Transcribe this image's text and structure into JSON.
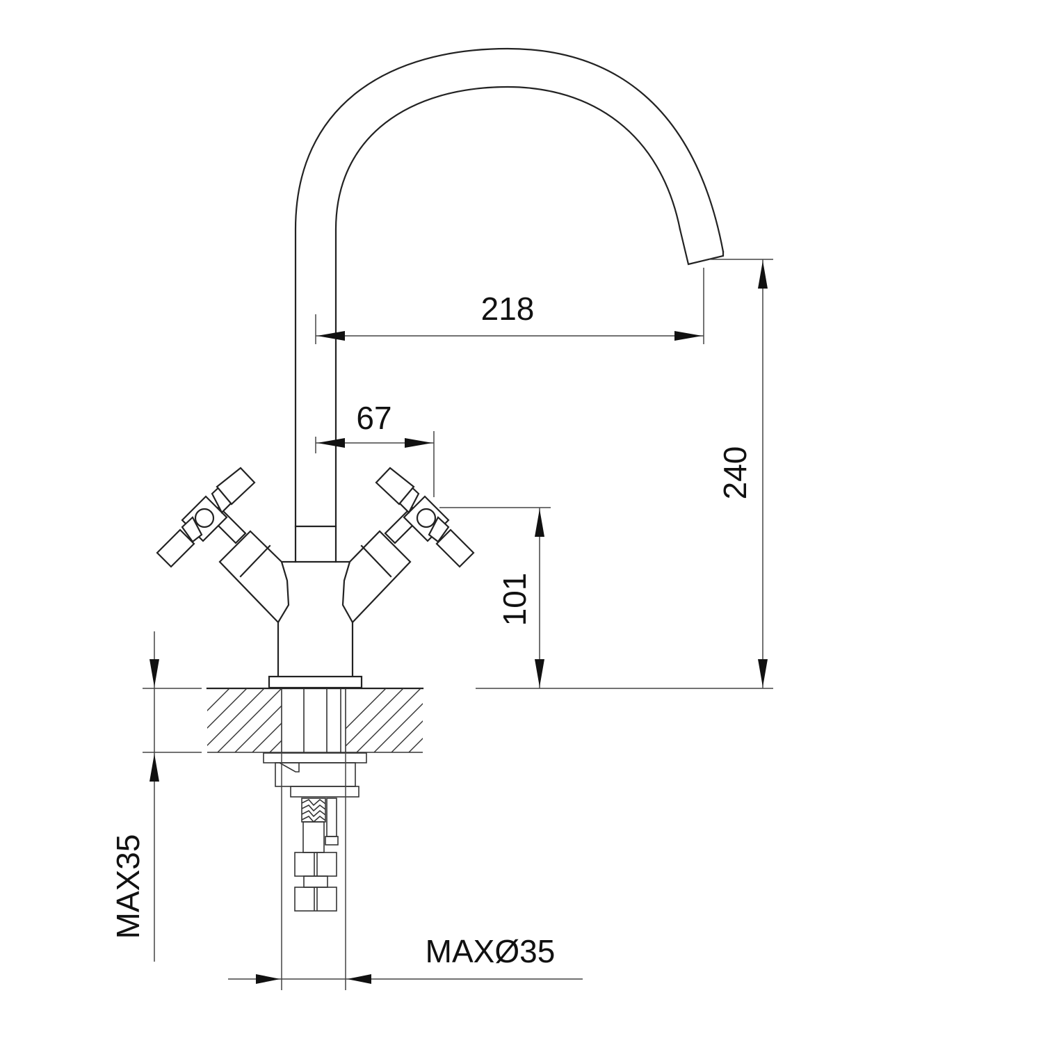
{
  "drawing": {
    "subject": "Kitchen mixer tap with cross handles and swan-neck spout - technical dimension drawing",
    "units": "mm",
    "line_color": "#222222",
    "background": "#ffffff"
  },
  "dimensions": {
    "spout_reach": "218",
    "handle_offset": "67",
    "total_height": "240",
    "handle_height": "101",
    "max_counter_thickness": "MAX35",
    "max_hole_diameter": "MAXØ35"
  }
}
